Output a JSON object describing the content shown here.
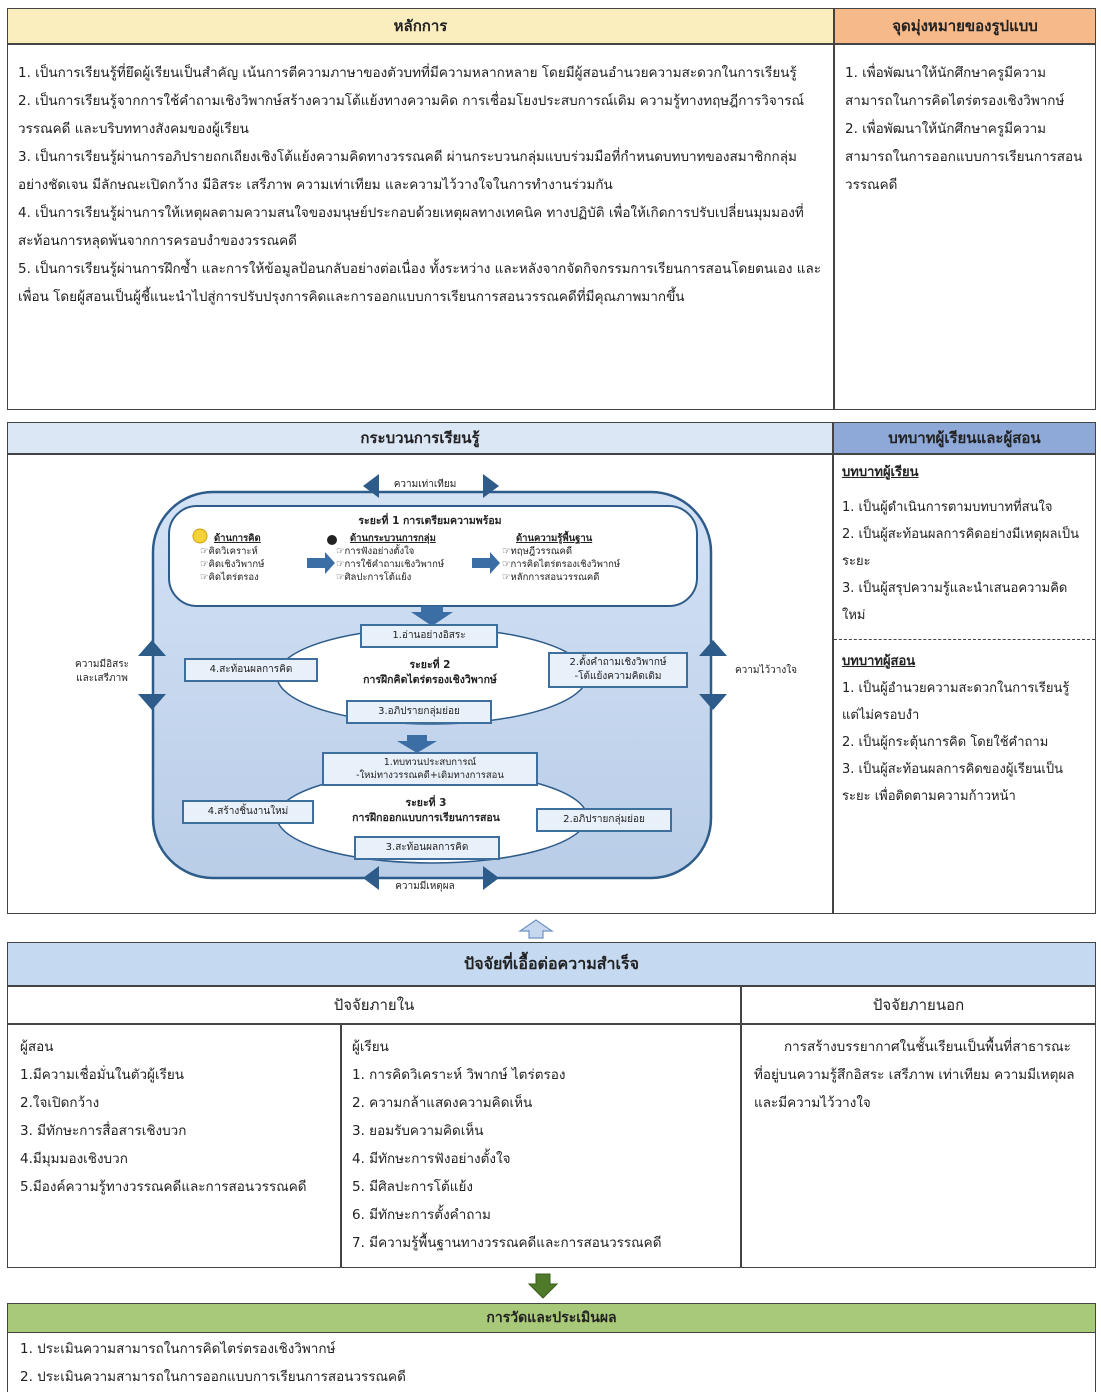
{
  "principles": {
    "title": "หลักการ",
    "items": [
      "1. เป็นการเรียนรู้ที่ยึดผู้เรียนเป็นสำคัญ เน้นการตีความภาษาของตัวบทที่มีความหลากหลาย โดยมีผู้สอนอำนวยความสะดวกในการเรียนรู้",
      "2. เป็นการเรียนรู้จากการใช้คำถามเชิงวิพากษ์สร้างความโต้แย้งทางความคิด การเชื่อมโยงประสบการณ์เดิม ความรู้ทางทฤษฎีการวิจารณ์วรรณคดี และบริบททางสังคมของผู้เรียน",
      "3. เป็นการเรียนรู้ผ่านการอภิปรายถกเถียงเชิงโต้แย้งความคิดทางวรรณคดี ผ่านกระบวนกลุ่มแบบร่วมมือที่กำหนดบทบาทของสมาชิกกลุ่มอย่างชัดเจน มีลักษณะเปิดกว้าง มีอิสระ เสรีภาพ ความเท่าเทียม และความไว้วางใจในการทำงานร่วมกัน",
      "4. เป็นการเรียนรู้ผ่านการให้เหตุผลตามความสนใจของมนุษย์ประกอบด้วยเหตุผลทางเทคนิค ทางปฏิบัติ เพื่อให้เกิดการปรับเปลี่ยนมุมมองที่สะท้อนการหลุดพ้นจากการครอบงำของวรรณคดี",
      "5. เป็นการเรียนรู้ผ่านการฝึกซ้ำ และการให้ข้อมูลป้อนกลับอย่างต่อเนื่อง ทั้งระหว่าง และหลังจากจัดกิจกรรมการเรียนการสอนโดยตนเอง และเพื่อน โดยผู้สอนเป็นผู้ชี้แนะนำไปสู่การปรับปรุงการคิดและการออกแบบการเรียนการสอนวรรณคดีที่มีคุณภาพมากขึ้น"
    ]
  },
  "objectives": {
    "title": "จุดมุ่งหมายของรูปแบบ",
    "items": [
      "1. เพื่อพัฒนาให้นักศึกษาครูมีความสามารถในการคิดไตร่ตรองเชิงวิพากษ์",
      "2. เพื่อพัฒนาให้นักศึกษาครูมีความสามารถในการออกแบบการเรียนการสอนวรรณคดี"
    ]
  },
  "process": {
    "title": "กระบวนการเรียนรู้",
    "top_label": "ความเท่าเทียม",
    "bottom_label": "ความมีเหตุผล",
    "left_label": "ความมีอิสระ\nและเสรีภาพ",
    "right_label": "ความไว้วางใจ",
    "stage1": {
      "title": "ระยะที่ 1 การเตรียมความพร้อม",
      "col1_head": "ด้านการคิด",
      "col1_items": [
        "คิดวิเคราะห์",
        "คิดเชิงวิพากษ์",
        "คิดไตร่ตรอง"
      ],
      "col2_head": "ด้านกระบวนการกลุ่ม",
      "col2_items": [
        "การฟังอย่างตั้งใจ",
        "การใช้คำถามเชิงวิพากษ์",
        "ศิลปะการโต้แย้ง"
      ],
      "col3_head": "ด้านความรู้พื้นฐาน",
      "col3_items": [
        "ทฤษฎีวรรณคดี",
        "การคิดไตร่ตรองเชิงวิพากษ์",
        "หลักการสอนวรรณคดี"
      ]
    },
    "stage2": {
      "title": "ระยะที่ 2\nการฝึกคิดไตร่ตรองเชิงวิพากษ์",
      "step1": "1.อ่านอย่างอิสระ",
      "step2": "2.ตั้งคำถามเชิงวิพากษ์\n-โต้แย้งความคิดเดิม",
      "step3": "3.อภิปรายกลุ่มย่อย",
      "step4": "4.สะท้อนผลการคิด"
    },
    "stage3": {
      "title": "ระยะที่ 3\nการฝึกออกแบบการเรียนการสอน",
      "step1": "1.ทบทวนประสบการณ์\n-ใหม่ทางวรรณคดี+เดิมทางการสอน",
      "step2": "2.อภิปรายกลุ่มย่อย",
      "step3": "3.สะท้อนผลการคิด",
      "step4": "4.สร้างชิ้นงานใหม่"
    }
  },
  "roles": {
    "title": "บทบาทผู้เรียนและผู้สอน",
    "learner_head": "บทบาทผู้เรียน",
    "learner_items": [
      "1. เป็นผู้ดำเนินการตามบทบาทที่สนใจ",
      "2. เป็นผู้สะท้อนผลการคิดอย่างมีเหตุผลเป็นระยะ",
      "3. เป็นผู้สรุปความรู้และนำเสนอความคิดใหม่"
    ],
    "teacher_head": "บทบาทผู้สอน",
    "teacher_items": [
      "1. เป็นผู้อำนวยความสะดวกในการเรียนรู้ แต่ไม่ครอบงำ",
      "2. เป็นผู้กระตุ้นการคิด โดยใช้คำถาม",
      "3. เป็นผู้สะท้อนผลการคิดของผู้เรียนเป็นระยะ เพื่อติดตามความก้าวหน้า"
    ]
  },
  "factors": {
    "title": "ปัจจัยที่เอื้อต่อความสำเร็จ",
    "internal_title": "ปัจจัยภายใน",
    "external_title": "ปัจจัยภายนอก",
    "teacher_head": "ผู้สอน",
    "teacher_items": [
      "1.มีความเชื่อมั่นในตัวผู้เรียน",
      "2.ใจเปิดกว้าง",
      "3. มีทักษะการสื่อสารเชิงบวก",
      "4.มีมุมมองเชิงบวก",
      "5.มีองค์ความรู้ทางวรรณคดีและการสอนวรรณคดี"
    ],
    "learner_head": "ผู้เรียน",
    "learner_items": [
      "1. การคิดวิเคราะห์ วิพากษ์ ไตร่ตรอง",
      "2. ความกล้าแสดงความคิดเห็น",
      "3. ยอมรับความคิดเห็น",
      "4. มีทักษะการฟังอย่างตั้งใจ",
      "5. มีศิลปะการโต้แย้ง",
      "6. มีทักษะการตั้งคำถาม",
      "7. มีความรู้พื้นฐานทางวรรณคดีและการสอนวรรณคดี"
    ],
    "external_text": "การสร้างบรรยากาศในชั้นเรียนเป็นพื้นที่สาธารณะ ที่อยู่บนความรู้สึกอิสระ เสรีภาพ เท่าเทียม ความมีเหตุผล และมีความไว้วางใจ"
  },
  "evaluation": {
    "title": "การวัดและประเมินผล",
    "items": [
      "1. ประเมินความสามารถในการคิดไตร่ตรองเชิงวิพากษ์",
      "2. ประเมินความสามารถในการออกแบบการเรียนการสอนวรรณคดี"
    ]
  },
  "colors": {
    "principles_header": "#fbeebe",
    "objectives_header": "#f5b98a",
    "process_header": "#dbe7f5",
    "roles_header": "#8ea9d8",
    "factors_header": "#c5d9f1",
    "evaluation_header": "#a9c97a",
    "diagram_fill": "#c9d9ef",
    "arrow": "#4a6fa0"
  }
}
